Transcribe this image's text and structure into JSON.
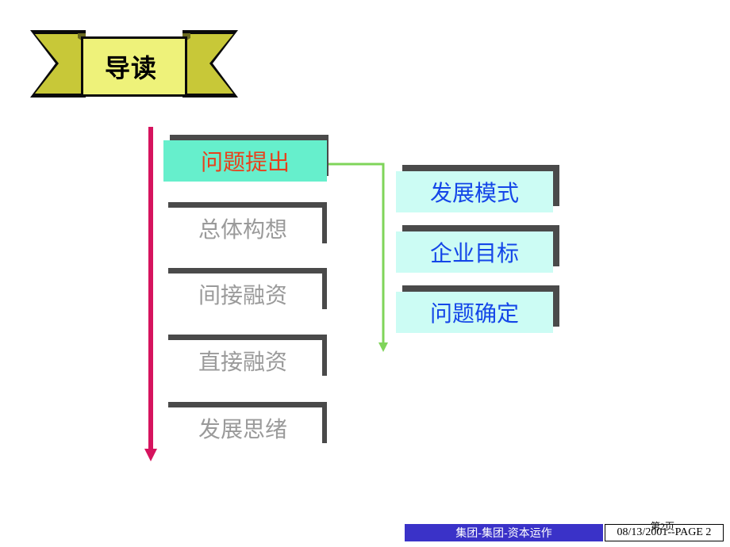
{
  "banner": {
    "title": "导读"
  },
  "left_items": [
    {
      "label": "问题提出",
      "active": true
    },
    {
      "label": "总体构想",
      "active": false
    },
    {
      "label": "间接融资",
      "active": false
    },
    {
      "label": "直接融资",
      "active": false
    },
    {
      "label": "发展思绪",
      "active": false
    }
  ],
  "right_items": [
    {
      "label": "发展模式"
    },
    {
      "label": "企业目标"
    },
    {
      "label": "问题确定"
    }
  ],
  "footer": {
    "left_text": "集团-集团-资本运作",
    "right_text": "08/13/2001--PAGE 2",
    "page_num": "第2页"
  },
  "colors": {
    "main_arrow": "#d6135e",
    "branch_line": "#7fd45a",
    "active_fill": "#66efcc",
    "active_text": "#e8401c",
    "right_fill": "#ccfcf4",
    "right_text": "#1446e8",
    "banner_fill": "#eef27a"
  }
}
